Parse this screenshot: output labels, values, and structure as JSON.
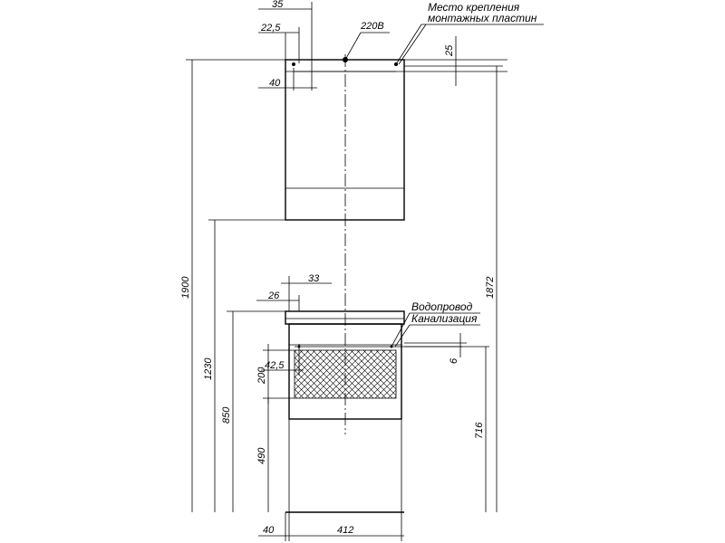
{
  "notes": {
    "mount_line1": "Место крепления",
    "mount_line2": "монтажных пластин",
    "power": "220В",
    "water_line1": "Водопровод",
    "water_line2": "Канализация"
  },
  "dimensions": {
    "top_35": "35",
    "top_22_5": "22,5",
    "top_40": "40",
    "top_25": "25",
    "overall_1900": "1900",
    "overall_1872": "1872",
    "mid_33": "33",
    "mid_26": "26",
    "left_1230": "1230",
    "left_850": "850",
    "hatch_200": "200",
    "hatch_42_5": "42,5",
    "right_6": "6",
    "right_716": "716",
    "bottom_490": "490",
    "bottom_40": "40",
    "bottom_412": "412"
  },
  "colors": {
    "line": "#000000",
    "background": "#ffffff"
  }
}
